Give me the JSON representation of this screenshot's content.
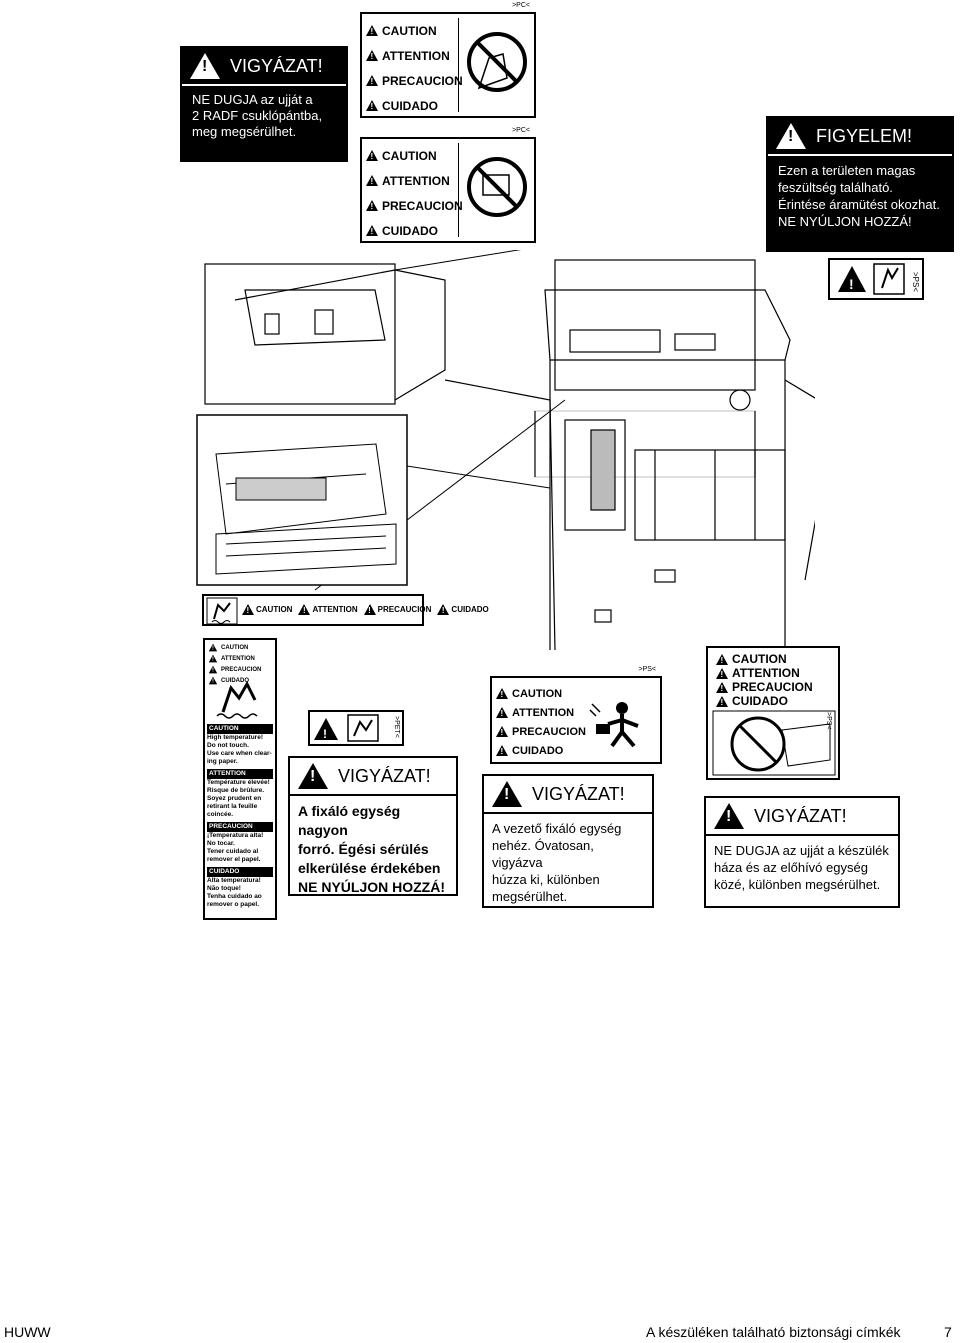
{
  "warnings": {
    "radf": {
      "title": "VIGYÁZAT!",
      "lines": [
        "NE DUGJA az ujját a",
        "2 RADF csuklópántba,",
        "meg megsérülhet."
      ]
    },
    "figyelem": {
      "title": "FIGYELEM!",
      "lines": [
        "Ezen a területen magas",
        "feszültség található.",
        "Érintése áramütést okozhat.",
        "NE NYÚLJON HOZZÁ!"
      ]
    },
    "fuser_hot": {
      "title": "VIGYÁZAT!",
      "lines": [
        "A fixáló egység nagyon",
        "forró. Égési sérülés",
        "elkerülése érdekében",
        "NE NYÚLJON HOZZÁ!"
      ]
    },
    "fuser_heavy": {
      "title": "VIGYÁZAT!",
      "lines": [
        "A vezető fixáló egység",
        "nehéz. Óvatosan, vigyázva",
        "húzza ki, különben",
        "megsérülhet."
      ]
    },
    "drum": {
      "title": "VIGYÁZAT!",
      "lines": [
        "NE DUGJA az ujját a készülék",
        "háza és az előhívó egység",
        "közé, különben megsérülhet."
      ]
    }
  },
  "sticker_langs": [
    "CAUTION",
    "ATTENTION",
    "PRECAUCION",
    "CUIDADO"
  ],
  "sticker_codes": {
    "pc": ">PC<",
    "ps": ">PS<",
    "pet": ">PET<"
  },
  "heat_label": {
    "caution_text": "High temperature!\nDo not touch.\nUse care when clear-\ning paper.",
    "attention_text": "Température élevée!\nRisque de brûlure.\nSoyez prudent en\nretirant la feuille\ncoincée.",
    "precaucion_text": "¡Temperatura alta!\nNo tocar.\nTener cuidado al\nremover el papel.",
    "cuidado_text": "Alta temperatura!\nNão toque!\nTenha cuidado ao\nremover o papel."
  },
  "footer": {
    "left": "HUWW",
    "right": "A készüléken található biztonsági címkék",
    "page": "7"
  }
}
